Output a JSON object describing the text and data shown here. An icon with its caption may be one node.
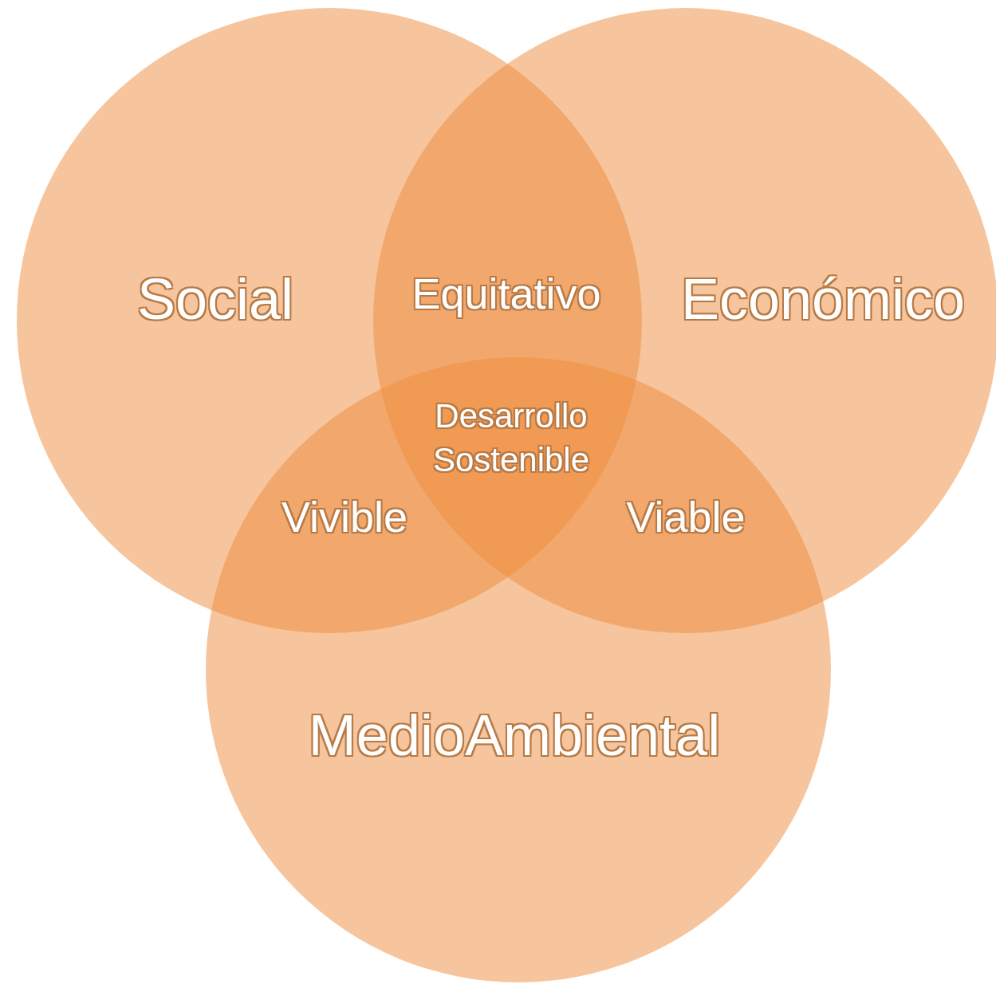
{
  "diagram": {
    "nodes": [
      {
        "text": [
          "Social"
        ]
      },
      {
        "text": [
          "Económico"
        ]
      },
      {
        "text": [
          "MedioAmbiental"
        ]
      }
    ],
    "edges": [],
    "labels": [
      "Equitativo",
      "Desarrollo Sostenible",
      "Vivible",
      "Viable"
    ]
  }
}
